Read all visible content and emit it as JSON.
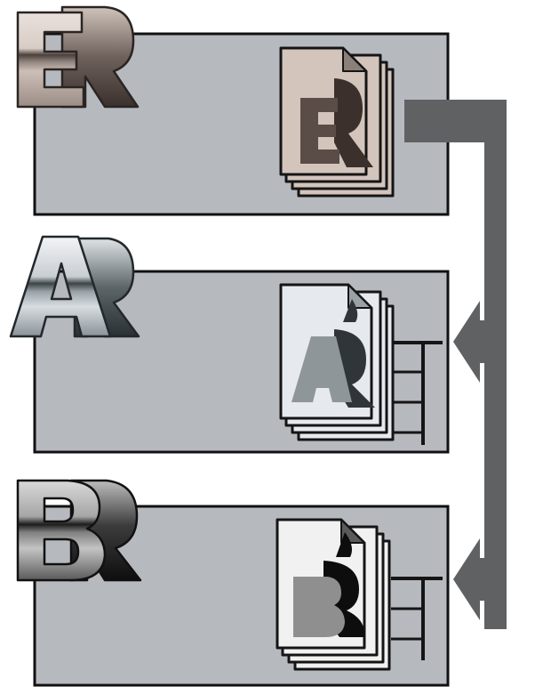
{
  "colors": {
    "page_background": "#ffffff",
    "panel_fill": "#b6b9be",
    "panel_border": "#111111",
    "connector_arrow": "#5f6163",
    "doc_border": "#151515",
    "top_doc_fill": "#d3c5bc",
    "top_doc_letter": "#3c302c",
    "mid_doc_fill": "#e6e9ee",
    "mid_doc_letter_gray": "#8e9699",
    "mid_doc_letter_dark": "#2f3538",
    "bottom_doc_fill": "#f1f1f1",
    "bottom_doc_letter_gray": "#8f8f8f",
    "bottom_doc_letter_dark": "#0d0d0d"
  },
  "panels": [
    {
      "id": "E",
      "logo_icon": "er-monogram-logo",
      "logo_style": "warm-gray chrome",
      "document_icon": "er-document-stack-icon"
    },
    {
      "id": "A",
      "logo_icon": "ar-monogram-logo",
      "logo_style": "silver chrome",
      "document_icon": "ar-document-stack-icon"
    },
    {
      "id": "B",
      "logo_icon": "br-monogram-logo",
      "logo_style": "dark chrome",
      "document_icon": "br-document-stack-icon"
    }
  ],
  "connector": {
    "icon": "branching-arrow",
    "source": "E",
    "targets": [
      "A",
      "B"
    ]
  }
}
